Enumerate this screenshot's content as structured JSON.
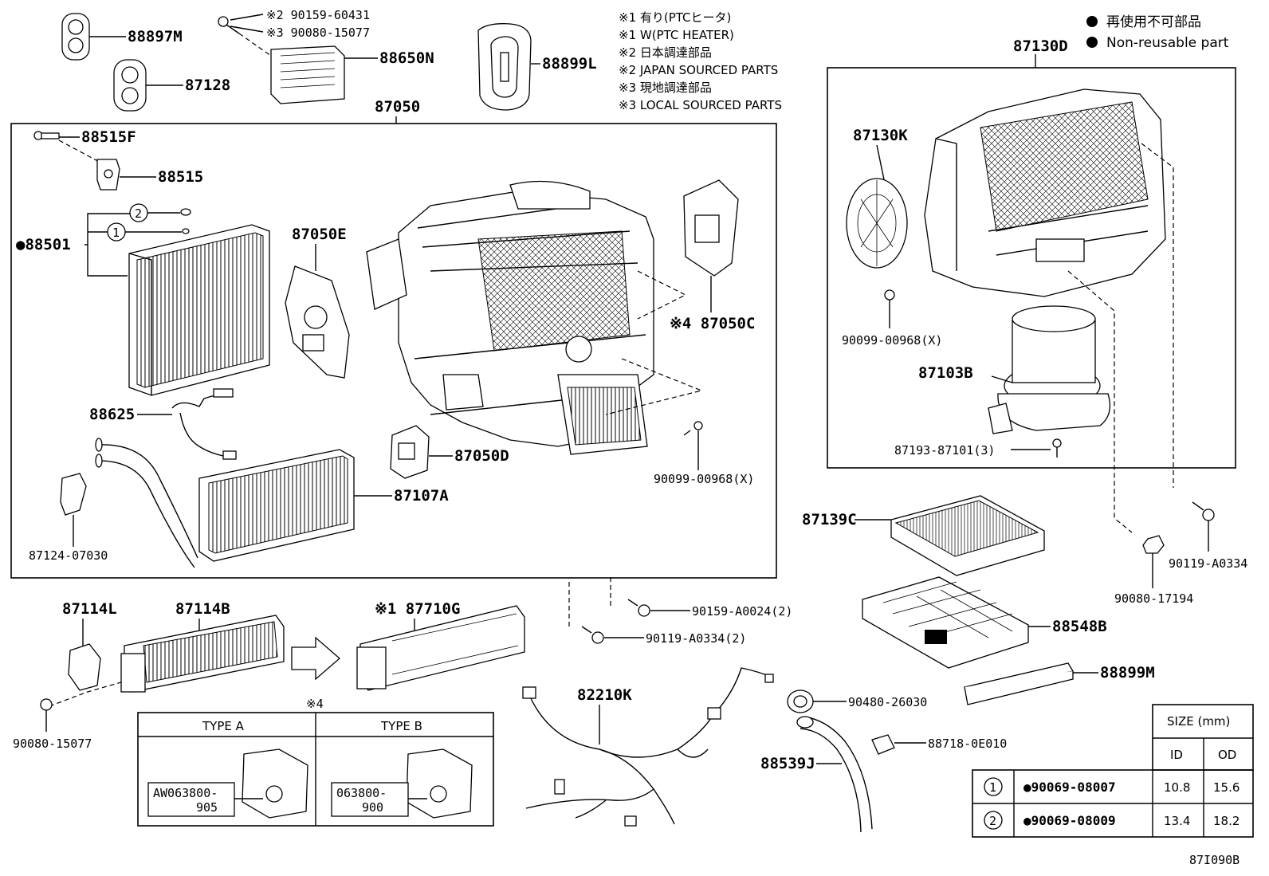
{
  "legend": {
    "jp": "再使用不可部品",
    "en": "Non-reusable part"
  },
  "notes": [
    "※1 有り(PTCヒータ)",
    "※1 W(PTC HEATER)",
    "※2 日本調達部品",
    "※2 JAPAN SOURCED PARTS",
    "※3 現地調達部品",
    "※3 LOCAL SOURCED PARTS"
  ],
  "screw_notes": [
    "※2 90159-60431",
    "※3 90080-15077"
  ],
  "parts": {
    "p88897M": "88897M",
    "p87128": "87128",
    "p88650N": "88650N",
    "p88899L": "88899L",
    "p87050": "87050",
    "p87130D": "87130D",
    "p88515F": "88515F",
    "p88515": "88515",
    "p88501": "●88501",
    "p87050E": "87050E",
    "p87050C": "※4 87050C",
    "p88625": "88625",
    "p87050D": "87050D",
    "p87107A": "87107A",
    "p87124": "87124-07030",
    "p90099a": "90099-00968(X)",
    "p87130K": "87130K",
    "p90099b": "90099-00968(X)",
    "p87103B": "87103B",
    "p87193": "87193-87101(3)",
    "p87139C": "87139C",
    "p90119a": "90119-A0334",
    "p90080b": "90080-17194",
    "p90159": "90159-A0024(2)",
    "p90119b": "90119-A0334(2)",
    "p88548B": "88548B",
    "p88899M": "88899M",
    "p87114L": "87114L",
    "p87114B": "87114B",
    "p87710G": "※1 87710G",
    "p90080a": "90080-15077",
    "p82210K": "82210K",
    "p90480": "90480-26030",
    "p88718": "88718-0E010",
    "p88539J": "88539J"
  },
  "callouts": {
    "c1": "1",
    "c2": "2"
  },
  "type_box": {
    "title": "※4",
    "type_a": "TYPE A",
    "type_b": "TYPE B",
    "a_code1": "AW063800-",
    "a_code2": "905",
    "b_code1": "063800-",
    "b_code2": "900"
  },
  "size_table": {
    "header": "SIZE (mm)",
    "col_id": "ID",
    "col_od": "OD",
    "rows": [
      {
        "ref": "1",
        "part": "●90069-08007",
        "id": "10.8",
        "od": "15.6"
      },
      {
        "ref": "2",
        "part": "●90069-08009",
        "id": "13.4",
        "od": "18.2"
      }
    ]
  },
  "diagram_code": "87I090B"
}
